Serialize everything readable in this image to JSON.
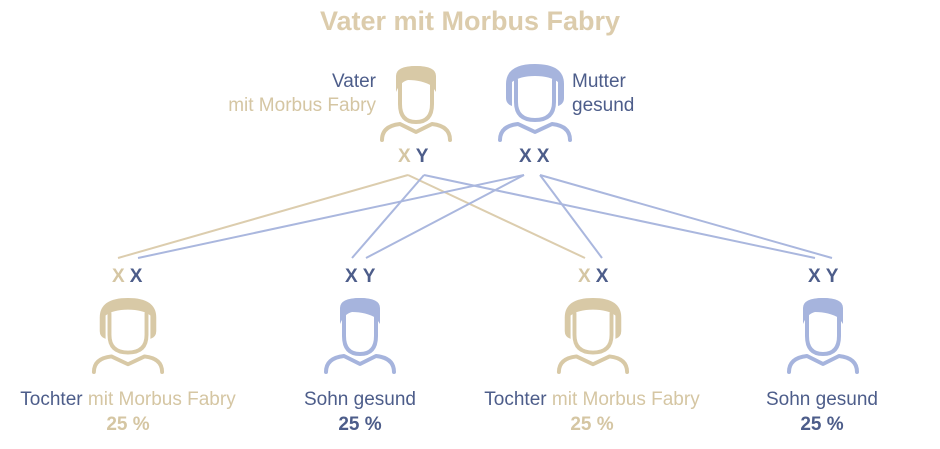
{
  "title": "Vater mit Morbus Fabry",
  "colors": {
    "affected": "#d8c9a6",
    "healthy": "#a6b4dd",
    "text_dark": "#4d5d8a"
  },
  "father": {
    "label": "Vater",
    "sublabel": "mit Morbus Fabry",
    "genotype": [
      "X",
      "Y"
    ],
    "icon": "man-icon"
  },
  "mother": {
    "label": "Mutter",
    "sublabel": "gesund",
    "genotype": [
      "X",
      "X"
    ],
    "icon": "woman-icon"
  },
  "children": [
    {
      "genotype": [
        "X",
        "X"
      ],
      "role": "Tochter",
      "status": "mit Morbus Fabry",
      "percent": "25 %",
      "affected": true,
      "icon": "woman-icon"
    },
    {
      "genotype": [
        "X",
        "Y"
      ],
      "role": "Sohn",
      "status": "gesund",
      "percent": "25 %",
      "affected": false,
      "icon": "man-icon"
    },
    {
      "genotype": [
        "X",
        "X"
      ],
      "role": "Tochter",
      "status": "mit Morbus Fabry",
      "percent": "25 %",
      "affected": true,
      "icon": "woman-icon"
    },
    {
      "genotype": [
        "X",
        "Y"
      ],
      "role": "Sohn",
      "status": "gesund",
      "percent": "25 %",
      "affected": false,
      "icon": "man-icon"
    }
  ]
}
